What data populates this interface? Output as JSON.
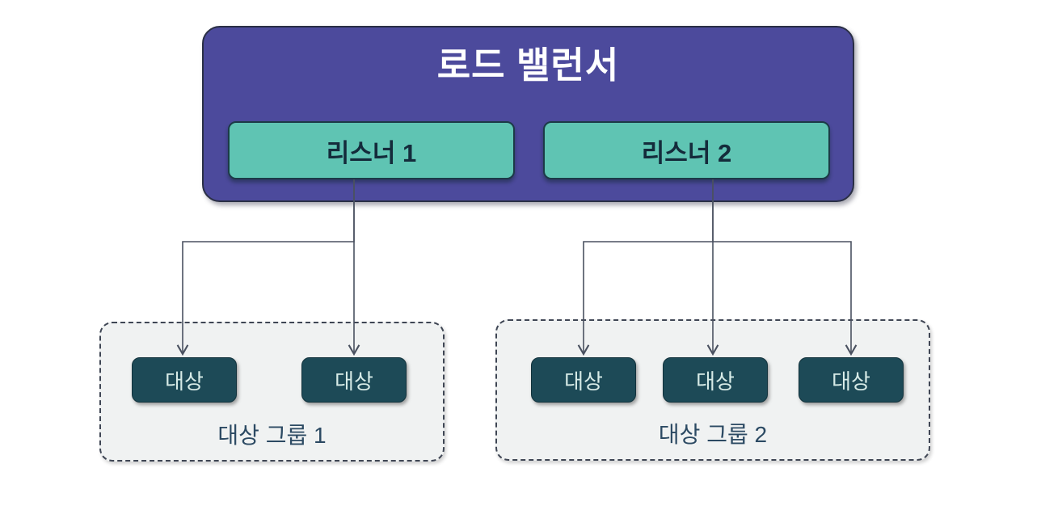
{
  "diagram": {
    "load_balancer": {
      "title": "로드 밸런서",
      "listeners": [
        {
          "label": "리스너 1"
        },
        {
          "label": "리스너 2"
        }
      ]
    },
    "target_groups": [
      {
        "label": "대상 그룹 1",
        "targets": [
          "대상",
          "대상"
        ]
      },
      {
        "label": "대상 그룹 2",
        "targets": [
          "대상",
          "대상",
          "대상"
        ]
      }
    ]
  },
  "colors": {
    "load_balancer_fill": "#4c4a9c",
    "load_balancer_border": "#2a2f45",
    "load_balancer_title_text": "#ffffff",
    "listener_fill": "#5fc4b3",
    "listener_border": "#1c3a47",
    "listener_text": "#142b3b",
    "target_fill": "#1d4a57",
    "target_text": "#d7ebe7",
    "group_fill": "#f0f2f2",
    "group_border": "#3f4654",
    "group_label_text": "#2c4a63",
    "connector_line": "#4a5160",
    "page_background": "#ffffff"
  }
}
